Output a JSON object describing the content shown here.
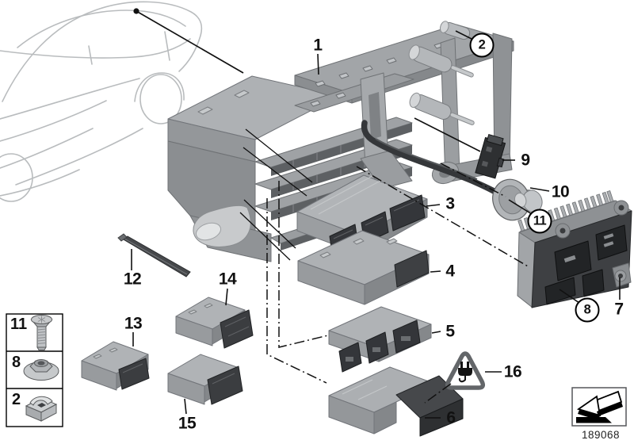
{
  "diagram": {
    "callouts": [
      {
        "text": "1",
        "style": "plain",
        "points_to": "module-carrier-bracket"
      },
      {
        "text": "2",
        "style": "circled",
        "points_to": "roller-pin"
      },
      {
        "text": "3",
        "style": "plain",
        "points_to": "control-module"
      },
      {
        "text": "4",
        "style": "plain",
        "points_to": "control-module"
      },
      {
        "text": "5",
        "style": "plain",
        "points_to": "control-module"
      },
      {
        "text": "6",
        "style": "plain",
        "points_to": "control-module"
      },
      {
        "text": "7",
        "style": "plain",
        "points_to": "amplifier-module"
      },
      {
        "text": "8",
        "style": "circled",
        "points_to": "amplifier-connector"
      },
      {
        "text": "9",
        "style": "plain",
        "points_to": "small-connector"
      },
      {
        "text": "10",
        "style": "plain",
        "points_to": "grommet"
      },
      {
        "text": "11",
        "style": "circled",
        "points_to": "grommet-screw"
      },
      {
        "text": "12",
        "style": "plain",
        "points_to": "seal-strip"
      },
      {
        "text": "13",
        "style": "plain",
        "points_to": "small-module"
      },
      {
        "text": "14",
        "style": "plain",
        "points_to": "small-module"
      },
      {
        "text": "15",
        "style": "plain",
        "points_to": "small-module"
      },
      {
        "text": "16",
        "style": "plain",
        "points_to": "warning-symbol"
      }
    ],
    "legend": {
      "rows": [
        {
          "label": "11",
          "item": "countersunk-screw"
        },
        {
          "label": "8",
          "item": "flange-nut-washer"
        },
        {
          "label": "2",
          "item": "sheet-metal-clip-nut"
        }
      ]
    },
    "footer": {
      "doc_number": "189068"
    },
    "icons": {
      "warning": "electrical-plug-warning-triangle",
      "footer_button": "page-turn-arrow"
    },
    "colors": {
      "part_gray": "#a8abae",
      "part_light": "#b4b7ba",
      "part_dark": "#84878a",
      "connector_dark": "#34363a",
      "line": "#111111",
      "car_outline": "#b9bcbe"
    }
  }
}
